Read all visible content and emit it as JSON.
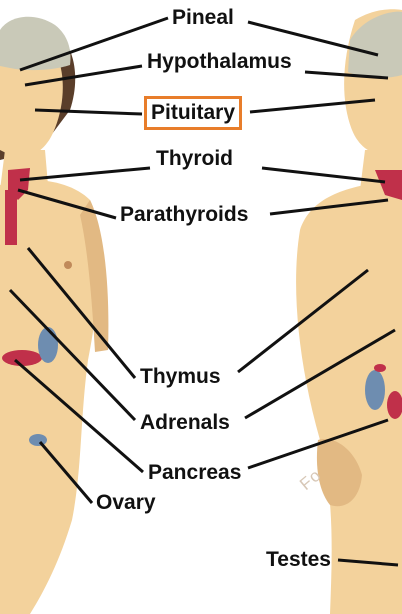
{
  "labels": {
    "pineal": "Pineal",
    "hypothalamus": "Hypothalamus",
    "pituitary": "Pituitary",
    "thyroid": "Thyroid",
    "parathyroids": "Parathyroids",
    "thymus": "Thymus",
    "adrenals": "Adrenals",
    "pancreas": "Pancreas",
    "ovary": "Ovary",
    "testes": "Testes"
  },
  "highlight": {
    "label": "pituitary",
    "color": "#e87d2a"
  },
  "watermark": "Fo",
  "colors": {
    "skin": "#f3d29c",
    "skin_shadow": "#e2b983",
    "brain": "#c9c9b8",
    "thyroid": "#c0304a",
    "kidney": "#6e8db0",
    "leader_line": "#111111"
  }
}
